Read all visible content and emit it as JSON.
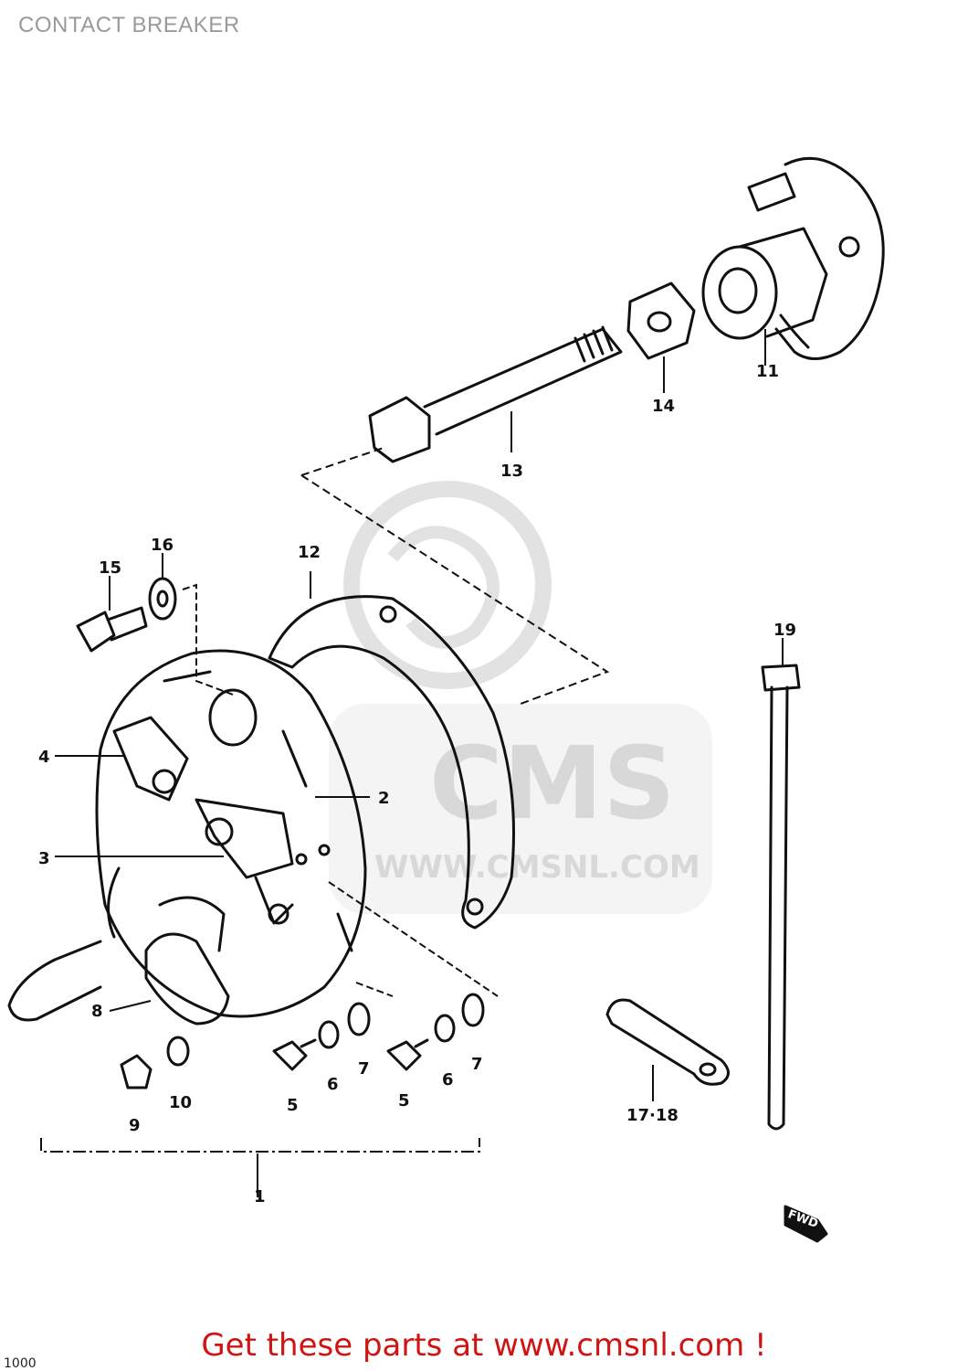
{
  "title": "CONTACT BREAKER",
  "watermark": {
    "brand": "CMS",
    "url": "WWW.CMSNL.COM"
  },
  "callouts": {
    "c1": "1",
    "c2": "2",
    "c3": "3",
    "c4": "4",
    "c5a": "5",
    "c5b": "5",
    "c6a": "6",
    "c6b": "6",
    "c7a": "7",
    "c7b": "7",
    "c8": "8",
    "c9": "9",
    "c10": "10",
    "c11": "11",
    "c12": "12",
    "c13": "13",
    "c14": "14",
    "c15": "15",
    "c16": "16",
    "c17_18": "17·18",
    "c19": "19"
  },
  "fwd_label": "FWD",
  "page_code": "1000",
  "cta_text": "Get these parts at www.cmsnl.com !",
  "colors": {
    "line": "#111111",
    "watermark": "#dcdcdc",
    "cta": "#d01414"
  }
}
